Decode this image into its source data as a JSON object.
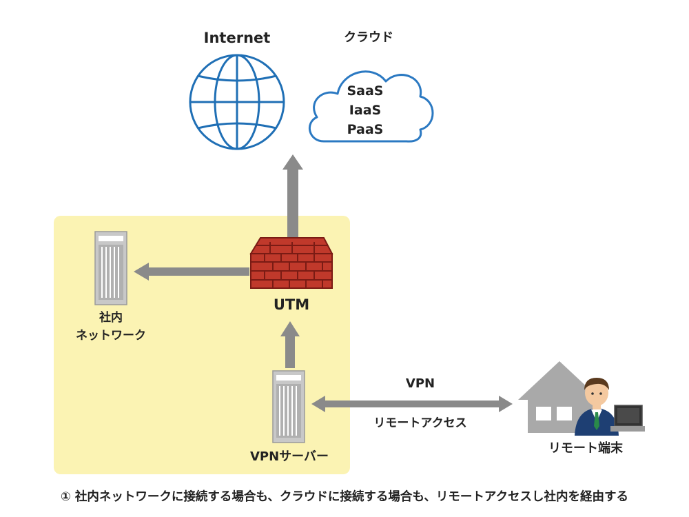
{
  "labels": {
    "internet": "Internet",
    "cloud_title": "クラウド",
    "cloud_services": [
      "SaaS",
      "IaaS",
      "PaaS"
    ],
    "utm": "UTM",
    "internal_network_line1": "社内",
    "internal_network_line2": "ネットワーク",
    "vpn": "VPN",
    "remote_access": "リモートアクセス",
    "vpn_server": "VPNサーバー",
    "remote_terminal": "リモート端末"
  },
  "caption": "① 社内ネットワークに接続する場合も、クラウドに接続する場合も、リモートアクセスし社内を経由する",
  "colors": {
    "globe": "#1f6fb5",
    "cloud_outline": "#2b79c2",
    "zone_fill": "#fbf3b3",
    "arrow": "#8a8a8a",
    "firewall_brick": "#c0392b",
    "firewall_mortar": "#7a1b14",
    "server": "#c8c8c8",
    "house": "#a9a9a9"
  }
}
